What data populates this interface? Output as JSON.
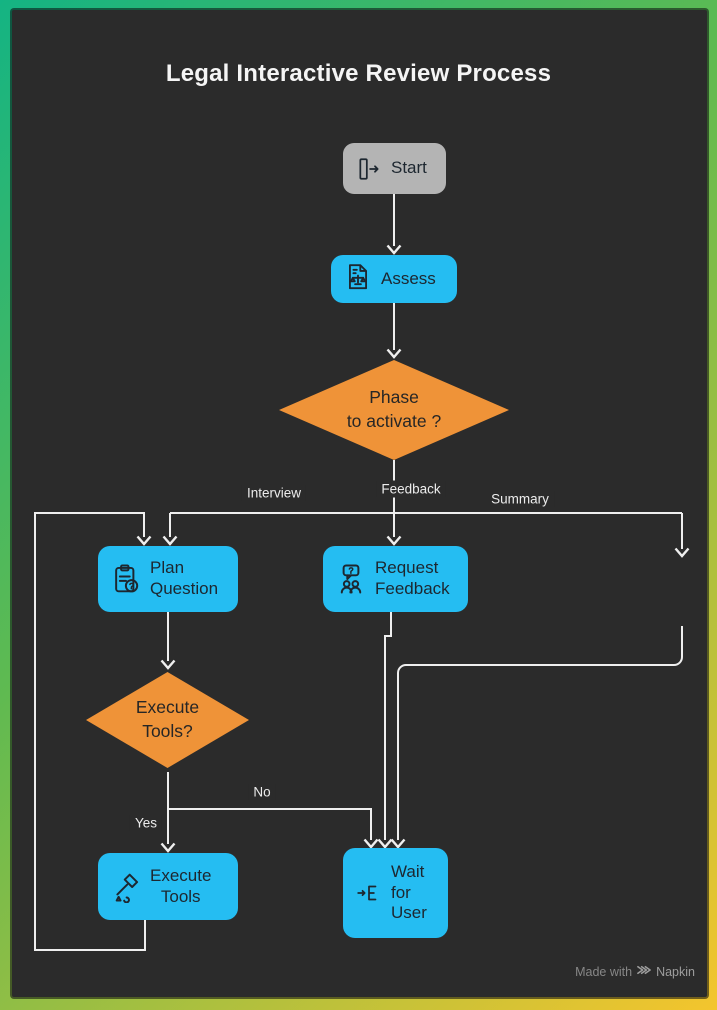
{
  "title": "Legal Interactive Review Process",
  "theme": {
    "grad_a": "#14b483",
    "grad_mid": "#5fba51",
    "grad_b": "#f4c52d",
    "canvas_bg": "#2b2b2b",
    "node_blue": "#25bdf2",
    "diamond_orange": "#ef9338",
    "start_gray": "#b4b4b4",
    "line_color": "#efefef",
    "node_text": "#1d2730",
    "label_color": "#ececec",
    "title_color": "#f5f5f5",
    "watermark_color": "#878787"
  },
  "nodes": {
    "start": {
      "label": "Start",
      "icon": "enter-icon"
    },
    "assess": {
      "label": "Assess",
      "icon": "legal-document-scales-icon"
    },
    "phase_decision": {
      "label": "Phase\nto activate ?"
    },
    "plan_question": {
      "label": "Plan\nQuestion",
      "icon": "clipboard-question-icon"
    },
    "request_feedback": {
      "label": "Request\nFeedback",
      "icon": "people-question-bubble-icon"
    },
    "execute_decision": {
      "label": "Execute\nTools?"
    },
    "execute_tools": {
      "label": "Execute\nTools",
      "icon": "hammer-icon"
    },
    "wait_for_user": {
      "label": "Wait\nfor\nUser",
      "icon": "queue-input-icon"
    }
  },
  "edge_labels": {
    "interview": "Interview",
    "feedback": "Feedback",
    "summary": "Summary",
    "yes": "Yes",
    "no": "No"
  },
  "watermark": {
    "prefix": "Made with",
    "brand": "Napkin"
  }
}
